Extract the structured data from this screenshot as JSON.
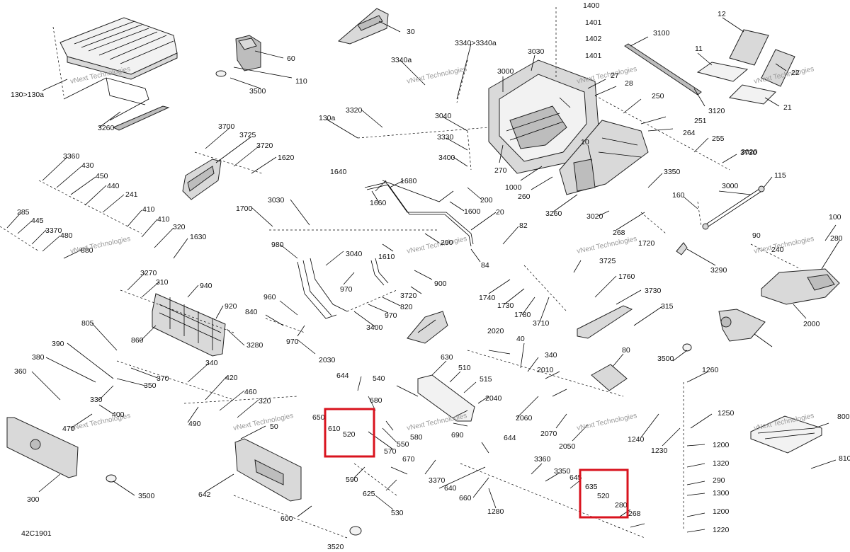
{
  "diagram": {
    "code": "42C1901",
    "watermark_vendor": "vNext Technologies",
    "labels": [
      "1400",
      "1401",
      "1402",
      "1401",
      "12",
      "30",
      "3100",
      "11",
      "22",
      "60",
      "110",
      "3340>3340a",
      "3340a",
      "3030",
      "3000",
      "27",
      "28",
      "21",
      "130>130a",
      "3500",
      "3120",
      "250",
      "251",
      "264",
      "255",
      "3020",
      "3320",
      "3040",
      "130a",
      "3260",
      "3330",
      "3400",
      "270",
      "10",
      "1000",
      "260",
      "3730",
      "3700",
      "3725",
      "3720",
      "1620",
      "1640",
      "1680",
      "200",
      "115",
      "3350",
      "3360",
      "430",
      "450",
      "440",
      "241",
      "160",
      "3000",
      "3030",
      "1700",
      "1660",
      "1600",
      "20",
      "3260",
      "3020",
      "268",
      "285",
      "445",
      "3370",
      "410",
      "410",
      "320",
      "480",
      "1630",
      "290",
      "1720",
      "82",
      "90",
      "100",
      "280",
      "880",
      "980",
      "3040",
      "1610",
      "84",
      "240",
      "3290",
      "3270",
      "310",
      "940",
      "900",
      "970",
      "3720",
      "3725",
      "1760",
      "1740",
      "1730",
      "1780",
      "3710",
      "3730",
      "315",
      "920",
      "840",
      "960",
      "970",
      "820",
      "970",
      "3400",
      "3280",
      "860",
      "2030",
      "2020",
      "40",
      "2000",
      "340",
      "805",
      "80",
      "390",
      "370",
      "360",
      "380",
      "350",
      "330",
      "340",
      "420",
      "460",
      "320",
      "400",
      "470",
      "490",
      "50",
      "644",
      "540",
      "630",
      "510",
      "515",
      "2040",
      "2010",
      "3500",
      "1260",
      "650",
      "680",
      "610",
      "520",
      "590",
      "580",
      "550",
      "690",
      "570",
      "2060",
      "2070",
      "2050",
      "1250",
      "1240",
      "1230",
      "1200",
      "1320",
      "800",
      "810",
      "300",
      "3500",
      "642",
      "670",
      "644",
      "3370",
      "640",
      "660",
      "3360",
      "3350",
      "645",
      "635",
      "520",
      "280",
      "268",
      "290",
      "1300",
      "1200",
      "1220",
      "1280",
      "625",
      "530",
      "600",
      "3520",
      "3500"
    ],
    "highlight_boxes": 2
  }
}
